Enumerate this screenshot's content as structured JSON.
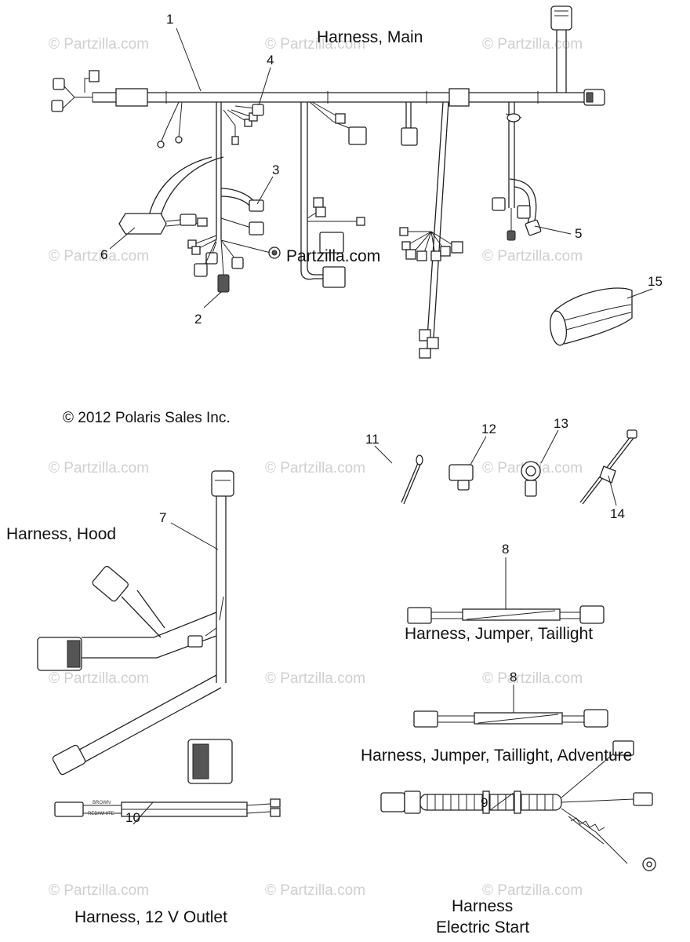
{
  "titles": {
    "main": "Harness, Main",
    "hood": "Harness, Hood",
    "jumper_taillight": "Harness, Jumper, Taillight",
    "jumper_taillight_adventure": "Harness, Jumper, Taillight, Adventure",
    "outlet": "Harness, 12 V Outlet",
    "electric_start_line1": "Harness",
    "electric_start_line2": "Electric Start"
  },
  "copyright": "© 2012 Polaris Sales Inc.",
  "watermark": "© Partzilla.com",
  "inline_watermark": "Partzilla.com",
  "wire_labels": {
    "brown": "BROWN",
    "red_white": "RED/WHITE"
  },
  "callouts": {
    "n1": "1",
    "n2": "2",
    "n3": "3",
    "n4": "4",
    "n5": "5",
    "n6": "6",
    "n7": "7",
    "n8a": "8",
    "n8b": "8",
    "n9": "9",
    "n10": "10",
    "n11": "11",
    "n12": "12",
    "n13": "13",
    "n14": "14",
    "n15": "15"
  }
}
